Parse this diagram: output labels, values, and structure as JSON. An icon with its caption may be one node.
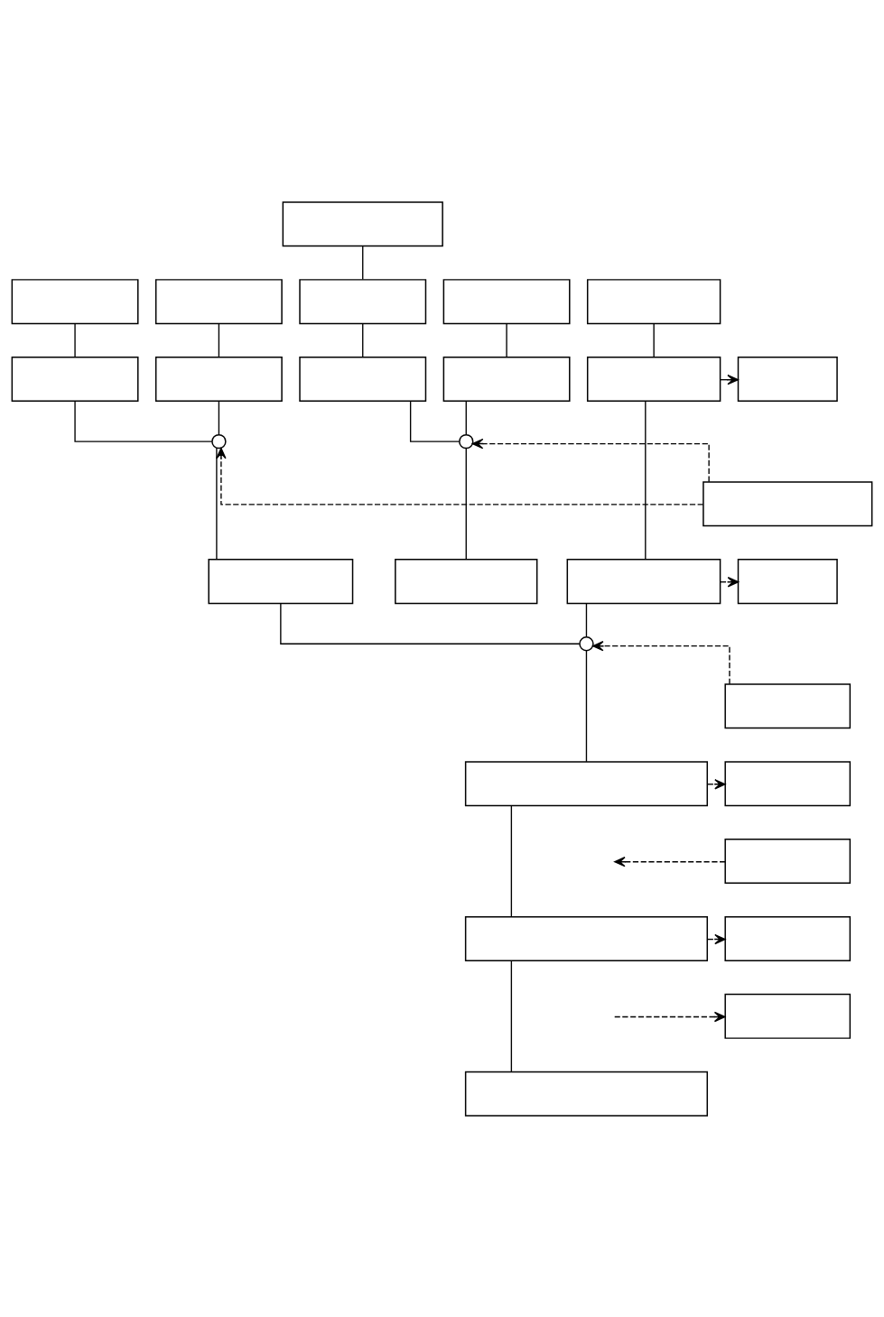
{
  "diagram": {
    "nodes": [
      {
        "text": [],
        "shape": "box"
      },
      {
        "text": [],
        "shape": "box"
      },
      {
        "text": [],
        "shape": "box"
      },
      {
        "text": [],
        "shape": "box"
      },
      {
        "text": [],
        "shape": "box"
      },
      {
        "text": [],
        "shape": "box"
      },
      {
        "text": [],
        "shape": "box"
      },
      {
        "text": [],
        "shape": "box"
      },
      {
        "text": [],
        "shape": "box"
      },
      {
        "text": [],
        "shape": "box"
      },
      {
        "text": [],
        "shape": "box"
      },
      {
        "text": [],
        "shape": "box"
      },
      {
        "text": [],
        "shape": "circle"
      },
      {
        "text": [],
        "shape": "circle"
      },
      {
        "text": [],
        "shape": "box"
      },
      {
        "text": [],
        "shape": "box"
      },
      {
        "text": [],
        "shape": "box"
      },
      {
        "text": [],
        "shape": "box"
      },
      {
        "text": [],
        "shape": "box"
      },
      {
        "text": [],
        "shape": "circle"
      },
      {
        "text": [],
        "shape": "box"
      },
      {
        "text": [],
        "shape": "box"
      },
      {
        "text": [],
        "shape": "box"
      },
      {
        "text": [],
        "shape": "box"
      },
      {
        "text": [],
        "shape": "box"
      },
      {
        "text": [],
        "shape": "box"
      },
      {
        "text": [],
        "shape": "box"
      },
      {
        "text": [],
        "shape": "box"
      }
    ],
    "edges": [
      {
        "from": 0,
        "to": 3,
        "arrow": "none"
      },
      {
        "from": 1,
        "to": 6,
        "arrow": "none"
      },
      {
        "from": 2,
        "to": 7,
        "arrow": "none"
      },
      {
        "from": 3,
        "to": 8,
        "arrow": "none"
      },
      {
        "from": 4,
        "to": 9,
        "arrow": "none"
      },
      {
        "from": 5,
        "to": 10,
        "arrow": "none"
      },
      {
        "from": 10,
        "to": 11,
        "arrow": "to"
      },
      {
        "from": 6,
        "to": 12,
        "arrow": "none"
      },
      {
        "from": 7,
        "to": 12,
        "arrow": "none"
      },
      {
        "from": 8,
        "to": 13,
        "arrow": "none"
      },
      {
        "from": 9,
        "to": 13,
        "arrow": "none"
      },
      {
        "from": 14,
        "to": 13,
        "arrow": "to",
        "style": "dashed"
      },
      {
        "from": 14,
        "to": 12,
        "arrow": "to",
        "style": "dashed"
      },
      {
        "from": 12,
        "to": 15,
        "arrow": "none"
      },
      {
        "from": 13,
        "to": 16,
        "arrow": "none"
      },
      {
        "from": 10,
        "to": 17,
        "arrow": "none"
      },
      {
        "from": 17,
        "to": 18,
        "arrow": "to",
        "style": "dashed"
      },
      {
        "from": 15,
        "to": 19,
        "arrow": "none"
      },
      {
        "from": 17,
        "to": 19,
        "arrow": "none"
      },
      {
        "from": 20,
        "to": 19,
        "arrow": "to",
        "style": "dashed"
      },
      {
        "from": 19,
        "to": 21,
        "arrow": "none"
      },
      {
        "from": 21,
        "to": 22,
        "arrow": "to",
        "style": "dashed"
      },
      {
        "from": 23,
        "to": null,
        "arrow": "to",
        "style": "dashed"
      },
      {
        "from": 21,
        "to": 24,
        "arrow": "none"
      },
      {
        "from": 24,
        "to": 25,
        "arrow": "to",
        "style": "dashed"
      },
      {
        "from": null,
        "to": 26,
        "arrow": "to",
        "style": "dashed"
      },
      {
        "from": 24,
        "to": 27,
        "arrow": "none"
      }
    ]
  }
}
